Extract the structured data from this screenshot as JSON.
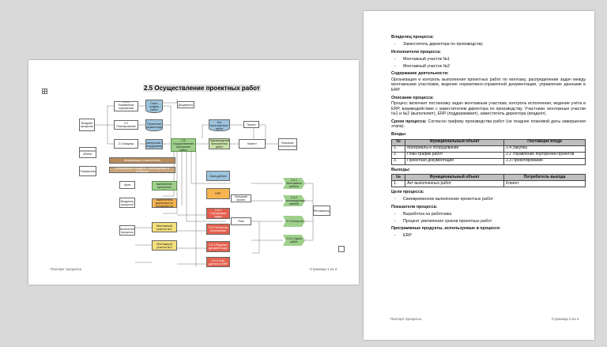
{
  "page1": {
    "title": "2.5 Осуществление проектных работ",
    "footer_left": "Паспорт процесса",
    "footer_right": "Страница 1 из 2",
    "diagram": {
      "nodes": {
        "n_vhod": "Входные процессы",
        "n_224": "2.2.4 Управление портфелем проектов",
        "n_22": "2.2 Планирование",
        "n_24": "2.4 Закупка",
        "n_plan": "План-график работ",
        "n_pdoc": "Проектная документация",
        "n_mat": "Материалы и оборудование",
        "n_docs": "Документы",
        "n_25": "2.5 Осуществление проектных работ",
        "n_aktvyp": "Акт выполненных работ",
        "n_pod": "Подтверждение выполнения работ",
        "n_proekt": "Проект",
        "n_klient": "Клиент",
        "n_vneshnie": "Внешние исполнители",
        "n_mater": "Материальный объект",
        "n_pokaz": "Показатели",
        "n_inf": "Информация о выполнении",
        "n_prog": "Программные продукты, используемые в процессе",
        "n_cel": "Цели",
        "n_cel_bar": "Своевременное выполнение проектных работ",
        "n_vlad": "Владелец процесса",
        "n_zam": "Заместитель директора по производству",
        "n_isp": "Исполнители процесса",
        "n_mu1": "Монтажный участок №1",
        "n_mu2": "Монтажный участок №2",
        "n_baza": "База данных",
        "n_erp": "ERP",
        "n_vnesh": "Внешний проект",
        "n_ris": "Риск",
        "n_251": "2.5.1 Монтажные работы",
        "n_252": "2.5.2 Пусконаладочные работы",
        "n_253": "2.5.3 Контроль",
        "n_254": "2.5.4 Сдача работ",
        "n_r1": "2.5.1 Постановка задач",
        "n_r2": "2.5.2 Контроль исполнения",
        "n_r3": "2.5.3 Ведение документации",
        "n_r4": "2.5.4 Учет данных в ERP",
        "n_regl": "Регламенты"
      }
    }
  },
  "page2": {
    "footer_left": "Паспорт процесса",
    "footer_right": "Страница 2 из 2",
    "owner_heading": "Владелец процесса:",
    "owner": "Заместитель директора по производству",
    "executors_heading": "Исполнители процесса:",
    "executors": [
      "Монтажный участок №1",
      "Монтажный участок №2"
    ],
    "content_heading": "Содержание деятельности:",
    "content_text": "Организация и контроль выполнения проектных работ по монтажу, распределение задач между монтажными участками, ведение нормативно-справочной документации, управление данными в ERP.",
    "desc_heading": "Описание процесса:",
    "desc_text": "Процесс включает постановку задач монтажным участкам, контроль исполнения, ведение учёта в ERP, взаимодействие с заместителем директора по производству. Участники: монтажные участки №1 и №2 (выполняют), ERP (поддерживает), заместитель директора (владеет).",
    "terms_label": "Сроки процесса:",
    "terms_text": " Согласно графику производства работ (не позднее плановой даты завершения этапа).",
    "inputs_heading": "Входы:",
    "inputs_table": {
      "headers": [
        "№",
        "Функциональный объект",
        "Поставщик входа"
      ],
      "rows": [
        [
          "1.",
          "Материалы и оборудование",
          "2.4 Закупка"
        ],
        [
          "2.",
          "План-график работ",
          "2.2 Управление портфелем проектов"
        ],
        [
          "3.",
          "Проектная документация",
          "2.3 Проектирование"
        ]
      ]
    },
    "outputs_heading": "Выходы:",
    "outputs_table": {
      "headers": [
        "№",
        "Функциональный объект",
        "Потребитель выхода"
      ],
      "rows": [
        [
          "1.",
          "Акт выполненных работ",
          "Клиент"
        ]
      ]
    },
    "goals_heading": "Цели процесса:",
    "goals": [
      "Своевременное выполнение проектных работ"
    ],
    "kpi_heading": "Показатели процесса:",
    "kpis": [
      "Выработка на работника",
      "Процент увеличения сроков проектных работ"
    ],
    "software_heading": "Программные продукты, используемые в процессе:",
    "software": [
      "ERP"
    ]
  }
}
